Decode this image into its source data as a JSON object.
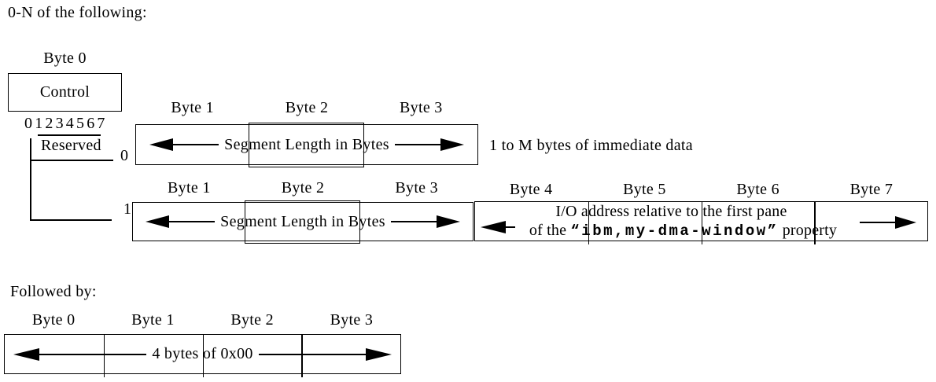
{
  "figure": {
    "intro_text": "0-N of the following:",
    "followed_text": "Followed by:"
  },
  "control": {
    "byte_header": "Byte 0",
    "box_label": "Control",
    "bit_numbers": "01234567",
    "reserved_label": "Reserved",
    "bit_value_0": "0",
    "bit_value_1": "1"
  },
  "row0": {
    "byte_headers": [
      "Byte 1",
      "Byte 2",
      "Byte 3"
    ],
    "segment_label": "Segment Length in Bytes",
    "immediate_note": "1 to M bytes of immediate data"
  },
  "row1": {
    "left_byte_headers": [
      "Byte 1",
      "Byte 2",
      "Byte 3"
    ],
    "right_byte_headers": [
      "Byte 4",
      "Byte 5",
      "Byte 6",
      "Byte 7"
    ],
    "segment_label": "Segment Length in Bytes",
    "io_line1": "I/O address relative to the first pane",
    "io_line2_prefix": "of the ",
    "io_line2_code": "“ibm,my-dma-window”",
    "io_line2_suffix": " property"
  },
  "terminator": {
    "byte_headers": [
      "Byte 0",
      "Byte 1",
      "Byte 2",
      "Byte 3"
    ],
    "content_label": "4 bytes of 0x00"
  },
  "icons": {
    "arrow_left": "◀",
    "arrow_right": "▶"
  },
  "colors": {
    "ink": "#000000",
    "background": "#ffffff"
  }
}
